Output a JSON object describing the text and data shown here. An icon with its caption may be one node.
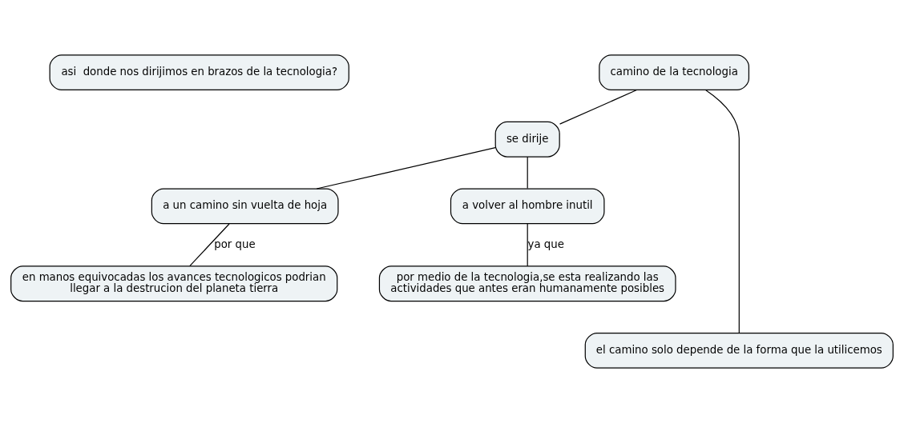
{
  "diagram": {
    "nodes": [
      {
        "text": [
          "asi  donde nos dirijimos en brazos de la tecnologia?"
        ]
      },
      {
        "text": [
          "camino de la tecnologia"
        ]
      },
      {
        "text": [
          "se dirije"
        ]
      },
      {
        "text": [
          "a un camino sin vuelta de hoja"
        ]
      },
      {
        "text": [
          "a volver al hombre inutil"
        ]
      },
      {
        "text": [
          "en manos equivocadas los avances tecnologicos podrian llegar a la destrucion del planeta tierra"
        ]
      },
      {
        "text": [
          "por medio de la tecnologia,se esta realizando las actividades que antes eran humanamente posibles"
        ]
      },
      {
        "text": [
          "el camino solo depende de la forma que la utilicemos"
        ]
      }
    ],
    "edges": [
      {
        "from": 1,
        "to": 2,
        "arrow": "none"
      },
      {
        "from": 2,
        "to": 3,
        "arrow": "none"
      },
      {
        "from": 2,
        "to": 4,
        "arrow": "none"
      },
      {
        "from": 3,
        "to": 5,
        "arrow": "none",
        "label": "por que"
      },
      {
        "from": 4,
        "to": 6,
        "arrow": "none",
        "label": "ya que"
      },
      {
        "from": 1,
        "to": 7,
        "arrow": "none"
      }
    ]
  }
}
